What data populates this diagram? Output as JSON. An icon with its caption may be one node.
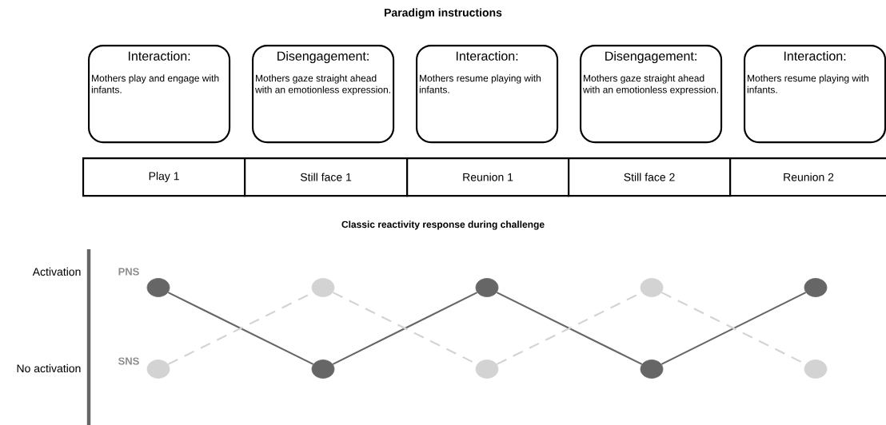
{
  "diagram": {
    "title": "Paradigm instructions",
    "nodes": [
      {
        "text": [
          "Interaction:",
          "Mothers play and engage with infants."
        ]
      },
      {
        "text": [
          "Disengagement:",
          "Mothers gaze straight ahead with an emotionless expression."
        ]
      },
      {
        "text": [
          "Interaction:",
          "Mothers resume playing with infants."
        ]
      },
      {
        "text": [
          "Disengagement:",
          "Mothers gaze straight ahead with an emotionless expression."
        ]
      },
      {
        "text": [
          "Interaction:",
          "Mothers resume playing with infants."
        ]
      },
      {
        "text": [
          "Play 1"
        ]
      },
      {
        "text": [
          "Still face 1"
        ]
      },
      {
        "text": [
          "Reunion 1"
        ]
      },
      {
        "text": [
          "Still face 2"
        ]
      },
      {
        "text": [
          "Reunion 2"
        ]
      },
      {
        "text": [],
        "shape": "circle"
      },
      {
        "text": [],
        "shape": "circle"
      },
      {
        "text": [],
        "shape": "circle"
      },
      {
        "text": [],
        "shape": "circle"
      },
      {
        "text": [],
        "shape": "circle"
      },
      {
        "text": [],
        "shape": "circle"
      },
      {
        "text": [],
        "shape": "circle"
      },
      {
        "text": [],
        "shape": "circle"
      },
      {
        "text": [],
        "shape": "circle"
      },
      {
        "text": [],
        "shape": "circle"
      }
    ],
    "edges": [
      {
        "from": 10,
        "to": 13,
        "arrow": "none"
      },
      {
        "from": 13,
        "to": 14,
        "arrow": "none"
      },
      {
        "from": 14,
        "to": 17,
        "arrow": "none"
      },
      {
        "from": 17,
        "to": 18,
        "arrow": "none"
      },
      {
        "from": 11,
        "to": 12,
        "arrow": "none",
        "style": "dashed",
        "color": "#d3d3d3"
      },
      {
        "from": 12,
        "to": 15,
        "arrow": "none",
        "style": "dashed",
        "color": "#d3d3d3"
      },
      {
        "from": 15,
        "to": 16,
        "arrow": "none",
        "style": "dashed",
        "color": "#d3d3d3"
      },
      {
        "from": 16,
        "to": 19,
        "arrow": "none",
        "style": "dashed",
        "color": "#d3d3d3"
      }
    ],
    "labels": [
      "Classic reactivity response during challenge",
      "Activation",
      "PNS",
      "No activation",
      "SNS"
    ]
  }
}
